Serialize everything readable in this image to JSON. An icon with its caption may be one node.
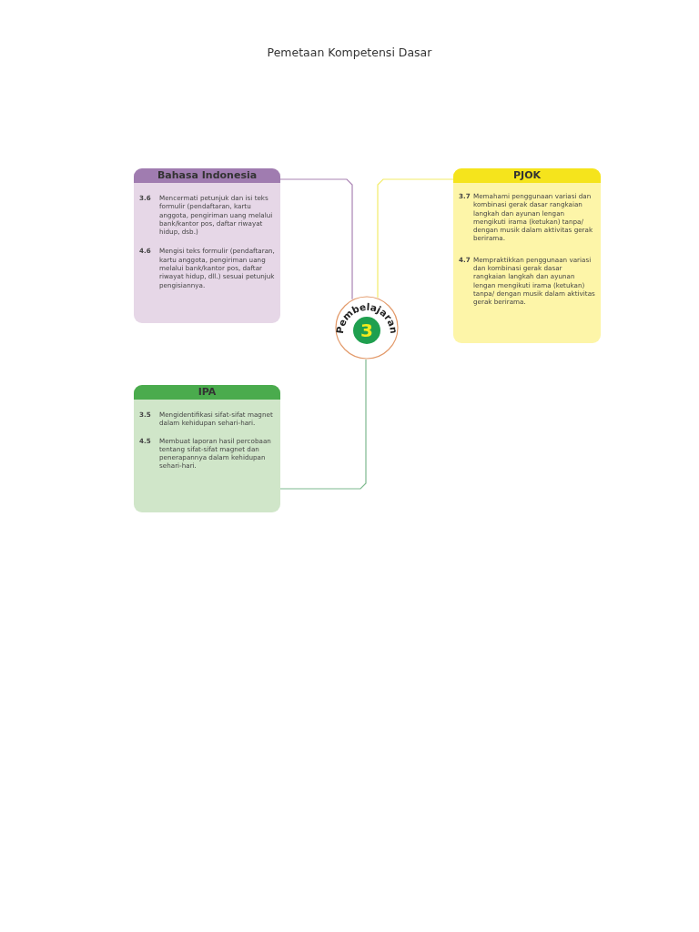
{
  "diagram": {
    "title": "Pemetaan Kompetensi Dasar",
    "nodes": [
      {
        "text": [
          "Bahasa Indonesia",
          "3.6",
          "Mencermati petunjuk dan isi teks formulir (pendaftaran, kartu anggota, pengiriman uang melalui bank/kantor pos, daftar riwayat hidup, dsb.)",
          "4.6",
          "Mengisi teks formulir (pendaftaran, kartu anggota, pengiriman uang melalui bank/kantor pos, daftar riwayat hidup, dll.) sesuai petunjuk pengisiannya."
        ]
      },
      {
        "text": [
          "PJOK",
          "3.7",
          "Memahami penggunaan variasi dan kombinasi gerak dasar rangkaian langkah dan ayunan lengan mengikuti irama (ketukan) tanpa/ dengan musik dalam aktivitas gerak berirama.",
          "4.7",
          "Mempraktikkan penggunaan variasi dan kombinasi gerak dasar rangkaian langkah dan ayunan lengan mengikuti irama (ketukan) tanpa/ dengan musik dalam aktivitas gerak berirama."
        ]
      },
      {
        "text": [
          "Pembelajaran",
          "3"
        ]
      },
      {
        "text": [
          "IPA",
          "3.5",
          "Mengidentifikasi sifat-sifat magnet dalam kehidupan sehari-hari.",
          "4.5",
          "Membuat laporan hasil percobaan tentang sifat-sifat magnet dan penerapannya dalam kehidupan sehari-hari."
        ]
      }
    ],
    "edges": [
      {
        "from": 0,
        "to": 2,
        "arrow": "none",
        "color": "#a983b4"
      },
      {
        "from": 1,
        "to": 2,
        "arrow": "none",
        "color": "#f3ec6a"
      },
      {
        "from": 3,
        "to": 2,
        "arrow": "none",
        "color": "#7fba8f"
      }
    ]
  }
}
